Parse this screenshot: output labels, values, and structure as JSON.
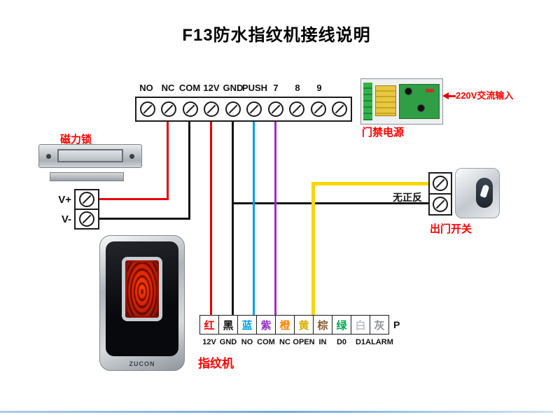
{
  "title": "F13防水指纹机接线说明",
  "colors": {
    "label_red": "#ff0000",
    "wire_red": "#e60000",
    "wire_black": "#141414",
    "wire_blue": "#00a0e9",
    "wire_purple": "#9b30c8",
    "wire_yellow": "#ffd500"
  },
  "power_terminal_strip": {
    "labels": [
      "NO",
      "NC",
      "COM",
      "12V",
      "GND",
      "PUSH",
      "7",
      "8",
      "9"
    ]
  },
  "power_supply": {
    "label": "门禁电源",
    "ac_input_label": "220V交流输入"
  },
  "maglock": {
    "label": "磁力锁",
    "terminal_positive": "V+",
    "terminal_negative": "V-"
  },
  "exit_button": {
    "label": "出门开关",
    "note": "无正反"
  },
  "fingerprint_machine": {
    "label": "指纹机",
    "brand": "ZUCON",
    "port_suffix": "P",
    "wires": [
      {
        "char": "红",
        "color": "#f20000",
        "pin": "12V"
      },
      {
        "char": "黑",
        "color": "#111111",
        "pin": "GND"
      },
      {
        "char": "蓝",
        "color": "#00a0e9",
        "pin": "NO"
      },
      {
        "char": "紫",
        "color": "#9b30c8",
        "pin": "COM"
      },
      {
        "char": "橙",
        "color": "#ff8400",
        "pin": "NC"
      },
      {
        "char": "黄",
        "color": "#d9ae00",
        "pin": "OPEN"
      },
      {
        "char": "棕",
        "color": "#8a5a2a",
        "pin": "IN"
      },
      {
        "char": "绿",
        "color": "#00a651",
        "pin": "D0"
      },
      {
        "char": "白",
        "color": "#bfc3c7",
        "pin": "D1"
      },
      {
        "char": "灰",
        "color": "#8e9296",
        "pin": "ALARM"
      }
    ]
  },
  "connections": [
    {
      "color": "red",
      "from": "电源 NC",
      "to": "磁力锁 V+"
    },
    {
      "color": "black",
      "from": "电源 COM",
      "to": "磁力锁 V-"
    },
    {
      "color": "red",
      "from": "电源 12V",
      "to": "指纹机 红(12V)"
    },
    {
      "color": "black",
      "from": "电源 GND",
      "to": "指纹机 黑(GND)"
    },
    {
      "color": "black",
      "from": "电源 GND",
      "to": "出门开关"
    },
    {
      "color": "blue",
      "from": "电源 PUSH",
      "to": "指纹机 蓝(NO)"
    },
    {
      "color": "purple",
      "from": "电源 7",
      "to": "指纹机 紫(COM)"
    },
    {
      "color": "yellow",
      "from": "出门开关",
      "to": "指纹机 黄(OPEN)"
    }
  ]
}
